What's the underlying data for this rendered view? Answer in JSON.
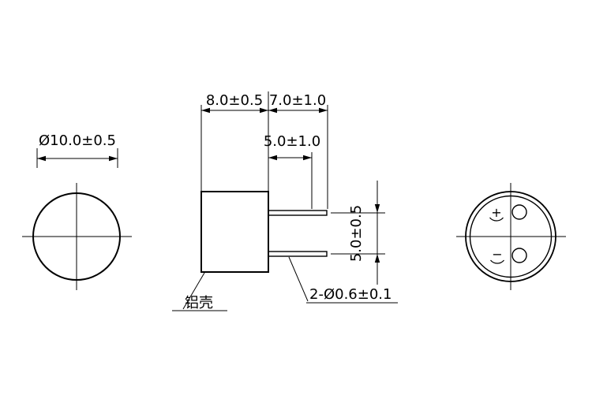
{
  "views": {
    "front": {
      "diameter_dim": "Ø10.0±0.5"
    },
    "side": {
      "body_width_dim": "8.0±0.5",
      "pin_length_dim": "7.0±1.0",
      "pin_inner_dim": "5.0±1.0",
      "pin_spacing_dim": "5.0±0.5",
      "shell_label": "铝壳",
      "pin_diameter_dim": "2-Ø0.6±0.1"
    },
    "rear": {
      "positive_mark": "+",
      "negative_mark": "−"
    }
  },
  "colors": {
    "line": "#000000",
    "background": "#ffffff"
  }
}
